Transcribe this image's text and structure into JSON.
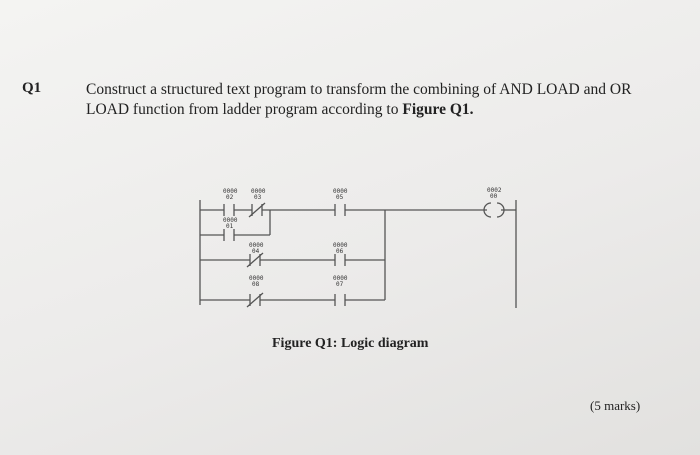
{
  "question": {
    "number": "Q1",
    "text_line1": "Construct a structured text program to transform the combining of AND LOAD and OR",
    "text_line2_prefix": "LOAD function from ladder program according to ",
    "text_line2_ref": "Figure Q1."
  },
  "figure": {
    "caption": "Figure Q1: Logic diagram",
    "rung1_contacts": [
      {
        "addr": "0000",
        "bit": "02",
        "type": "NO"
      },
      {
        "addr": "0000",
        "bit": "03",
        "type": "NC"
      },
      {
        "addr": "0000",
        "bit": "05",
        "type": "NO"
      }
    ],
    "rung1_branch_contact": {
      "addr": "0000",
      "bit": "01",
      "type": "NO"
    },
    "lower_contacts_left": [
      {
        "addr": "0000",
        "bit": "04",
        "type": "NC"
      },
      {
        "addr": "0000",
        "bit": "08",
        "type": "NC"
      }
    ],
    "lower_contacts_right": [
      {
        "addr": "0000",
        "bit": "06",
        "type": "NO"
      },
      {
        "addr": "0000",
        "bit": "07",
        "type": "NO"
      }
    ],
    "output_coil": {
      "addr": "0002",
      "bit": "00"
    }
  },
  "marks": "(5 marks)"
}
